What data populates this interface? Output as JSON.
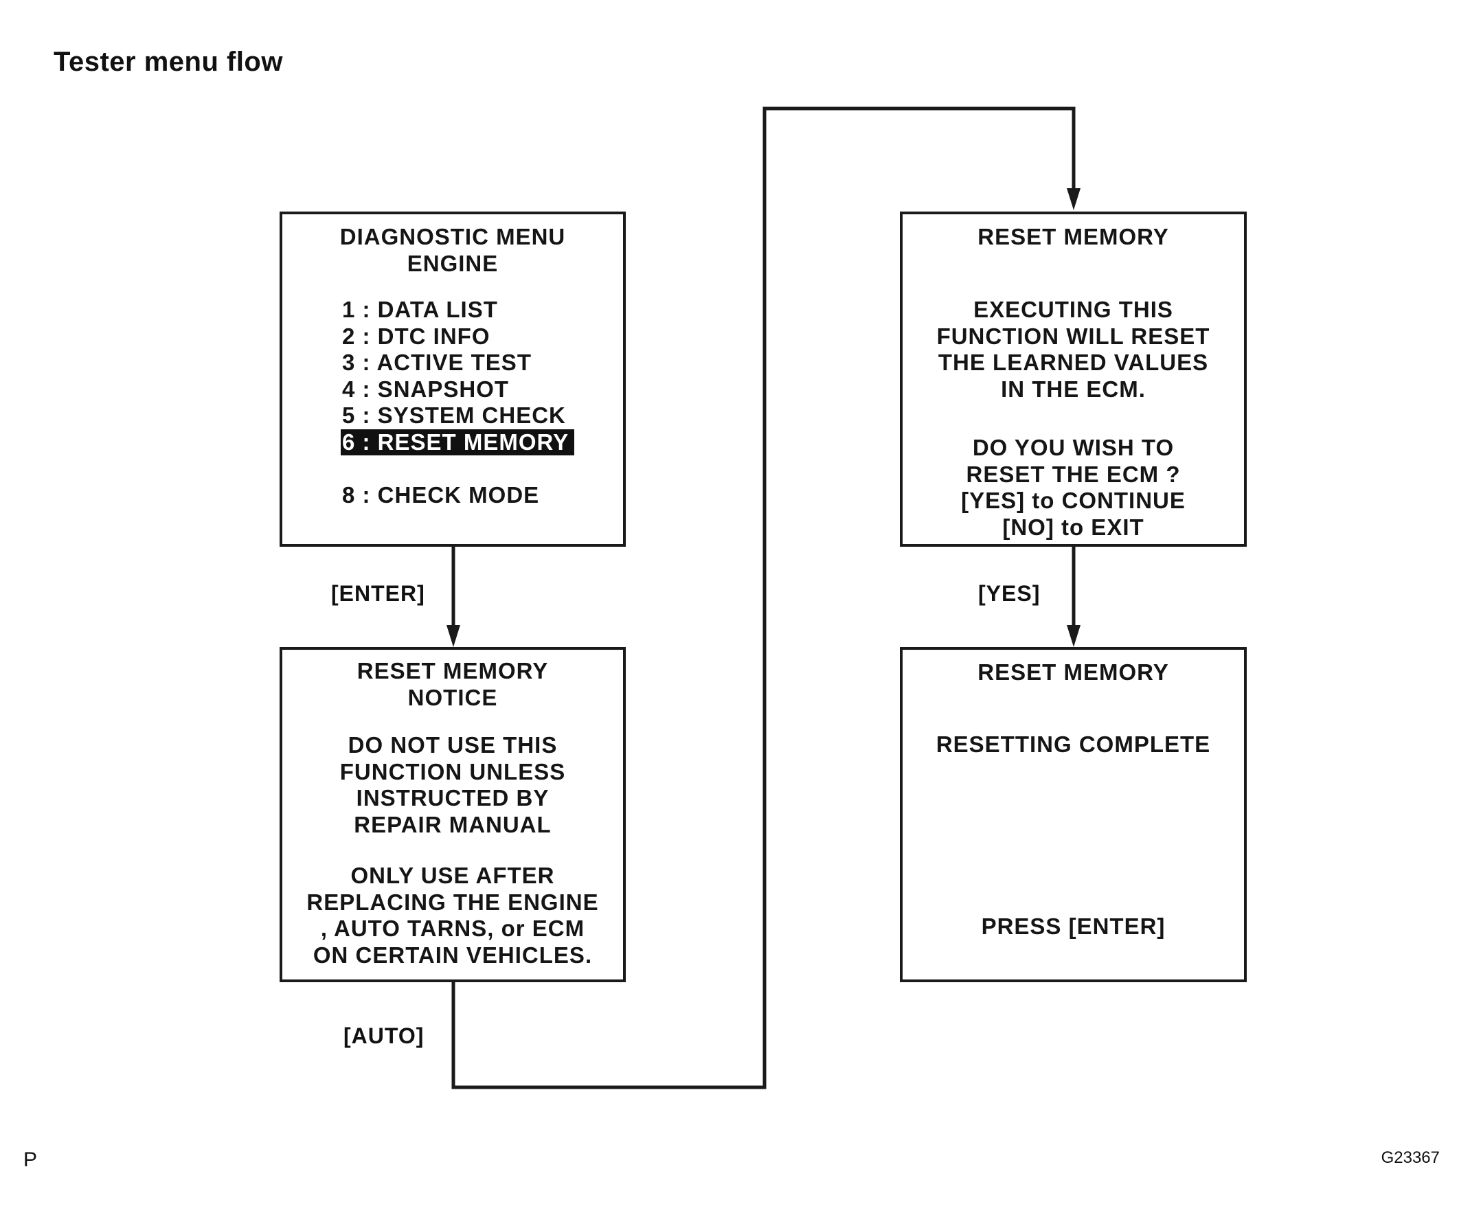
{
  "title": "Tester menu flow",
  "footer": {
    "left_mark": "P",
    "figure_code": "G23367"
  },
  "boxes": {
    "diagnostic_menu": {
      "title_lines": [
        "DIAGNOSTIC MENU",
        "ENGINE"
      ],
      "items": [
        {
          "label": "1 :  DATA  LIST",
          "selected": false
        },
        {
          "label": "2 :  DTC  INFO",
          "selected": false
        },
        {
          "label": "3 :  ACTIVE TEST",
          "selected": false
        },
        {
          "label": "4 :  SNAPSHOT",
          "selected": false
        },
        {
          "label": "5 :  SYSTEM  CHECK",
          "selected": false
        },
        {
          "label": "6 :  RESET  MEMORY",
          "selected": true
        },
        {
          "label": "8 :  CHECK  MODE",
          "selected": false
        }
      ]
    },
    "reset_notice": {
      "title_lines": [
        "RESET  MEMORY",
        "NOTICE"
      ],
      "paragraph1": [
        "DO  NOT  USE  THIS",
        "FUNCTION  UNLESS",
        "INSTRUCTED  BY",
        "REPAIR  MANUAL"
      ],
      "paragraph2": [
        "ONLY  USE  AFTER",
        "REPLACING  THE  ENGINE",
        ",  AUTO  TARNS,  or  ECM",
        "ON  CERTAIN  VEHICLES."
      ]
    },
    "reset_confirm": {
      "title": "RESET  MEMORY",
      "paragraph1": [
        "EXECUTING  THIS",
        "FUNCTION  WILL  RESET",
        "THE  LEARNED  VALUES",
        "IN  THE  ECM."
      ],
      "paragraph2": [
        "DO  YOU  WISH  TO",
        "RESET  THE  ECM ?",
        "[YES]  to  CONTINUE",
        "[NO]  to  EXIT"
      ]
    },
    "reset_complete": {
      "title": "RESET  MEMORY",
      "status": "RESETTING  COMPLETE",
      "prompt": "PRESS  [ENTER]"
    }
  },
  "edges": {
    "enter": "[ENTER]",
    "auto": "[AUTO]",
    "yes": "[YES]"
  }
}
